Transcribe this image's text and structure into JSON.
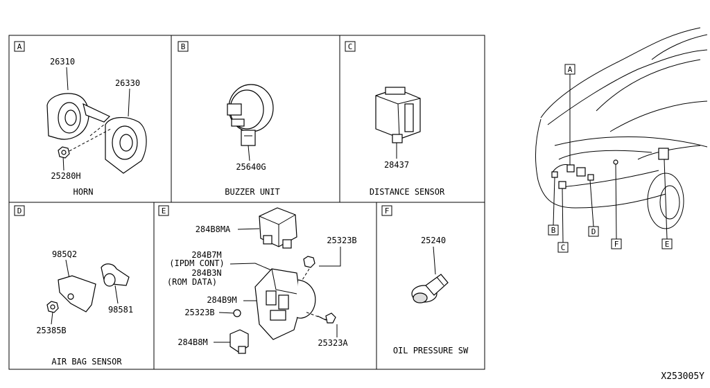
{
  "panels": {
    "a": {
      "letter": "A",
      "title": "HORN",
      "parts": [
        "26310",
        "26330",
        "25280H"
      ]
    },
    "b": {
      "letter": "B",
      "title": "BUZZER UNIT",
      "parts": [
        "25640G"
      ]
    },
    "c": {
      "letter": "C",
      "title": "DISTANCE SENSOR",
      "parts": [
        "28437"
      ]
    },
    "d": {
      "letter": "D",
      "title": "AIR BAG SENSOR",
      "parts": [
        "985Q2",
        "98581",
        "25385B"
      ]
    },
    "e": {
      "letter": "E",
      "title": "",
      "parts": [
        "284B8MA",
        "284B7M",
        "(IPDM CONT)",
        "284B3N",
        "(ROM DATA)",
        "25323B",
        "284B9M",
        "25323B",
        "284B8M",
        "25323A"
      ]
    },
    "f": {
      "letter": "F",
      "title": "OIL PRESSURE SW",
      "parts": [
        "25240"
      ]
    }
  },
  "locator": {
    "labels": [
      "A",
      "B",
      "C",
      "D",
      "F",
      "E"
    ]
  },
  "diagram_id": "X253005Y"
}
